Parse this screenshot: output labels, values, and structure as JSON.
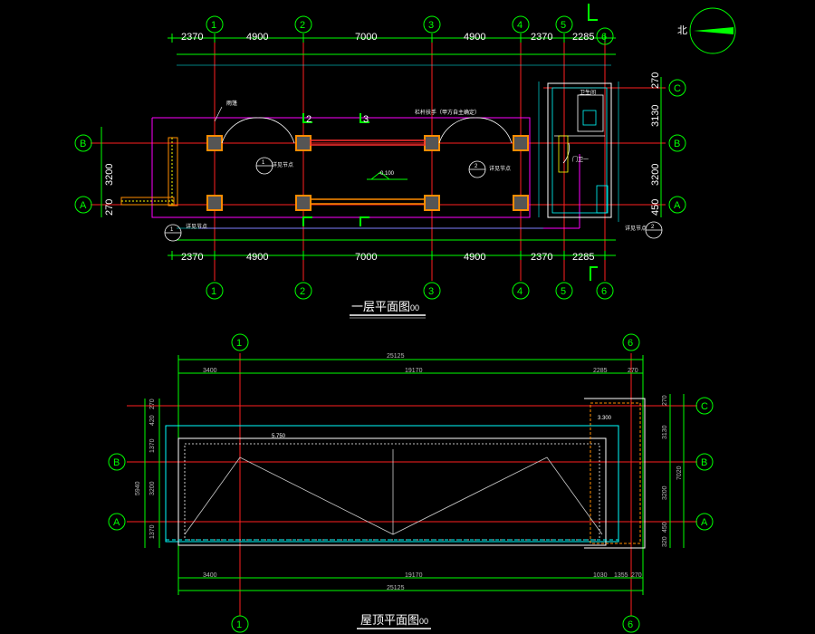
{
  "ground_floor": {
    "title": "一层平面图",
    "scale_suffix": "00",
    "axes_x": [
      "1",
      "2",
      "3",
      "4",
      "5",
      "6"
    ],
    "axes_y": [
      "C",
      "B",
      "A"
    ],
    "top_dims": [
      "2370",
      "4900",
      "7000",
      "4900",
      "2370",
      "2285"
    ],
    "bottom_dims": [
      "2370",
      "4900",
      "7000",
      "4900",
      "2370",
      "2285"
    ],
    "left_dims": [
      "3200",
      "270"
    ],
    "right_dims": [
      "270",
      "3130",
      "3200",
      "450"
    ],
    "level_mark": "-0.100",
    "labels": {
      "canopy": "雨篷",
      "detail_a": "详见节点",
      "detail_b": "详见节点",
      "detail_c": "详见节点",
      "detail_d": "详见节点",
      "railing": "栏杆扶手（甲方自主确定）",
      "toilet": "卫生间",
      "guard_room": "门卫一",
      "section_2": "2",
      "section_3": "3",
      "callout_1": "1",
      "callout_2": "2",
      "callout_3": "1",
      "callout_4": "2"
    }
  },
  "roof": {
    "title": "屋顶平面图",
    "scale_suffix": "00",
    "axes_x": [
      "1",
      "6"
    ],
    "axes_y": [
      "C",
      "B",
      "A"
    ],
    "top_total": "25125",
    "top_dims": [
      "3400",
      "19170",
      "2285",
      "270"
    ],
    "bottom_total": "25125",
    "bottom_dims": [
      "3400",
      "19170",
      "1030",
      "1355",
      "270"
    ],
    "left_dims": [
      "1370",
      "3200",
      "1370",
      "5940",
      "270",
      "420"
    ],
    "right_dims": [
      "3130",
      "3200",
      "450",
      "7020",
      "270",
      "320"
    ],
    "level_marks": [
      "5.750",
      "3.300"
    ]
  },
  "north": {
    "label": "北"
  }
}
